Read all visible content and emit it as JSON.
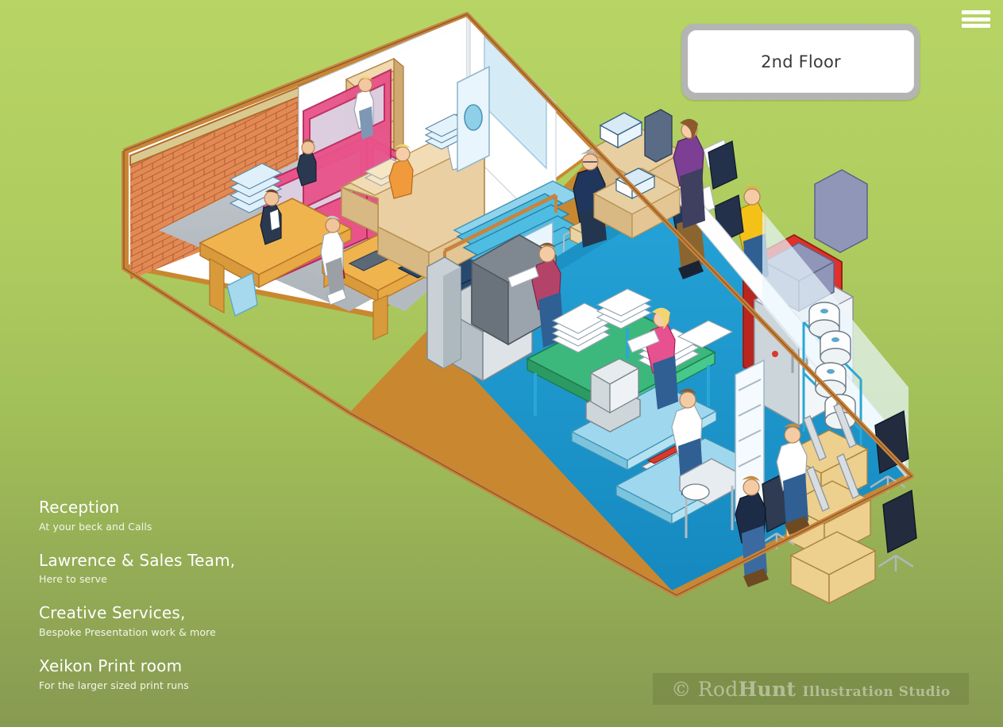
{
  "page": {
    "background_top": "#b7d465",
    "background_bottom": "#879a52"
  },
  "menu": {
    "icon": "hamburger-menu-icon",
    "bar_color": "#ffffff"
  },
  "floor_selector": {
    "label": "2nd Floor",
    "frame_color": "#b3b5b3",
    "panel_color": "#ffffff",
    "text_color": "#3a3a3a"
  },
  "legend": {
    "items": [
      {
        "title": "Reception",
        "subtitle": "At your beck and Calls"
      },
      {
        "title": "Lawrence & Sales Team,",
        "subtitle": "Here to serve"
      },
      {
        "title": "Creative Services,",
        "subtitle": "Bespoke Presentation work & more"
      },
      {
        "title": "Xeikon Print room",
        "subtitle": "For the larger sized print runs"
      }
    ]
  },
  "watermark": {
    "copyright": "©",
    "brand_light": "Rod",
    "brand_bold": "Hunt",
    "tagline": "Illustration Studio"
  },
  "illustration": {
    "name": "isometric-office-floorplan",
    "description": "Cutaway isometric illustration of a two-part office floor: reception and sales desks on the left, staircase and storage in the middle, Xeikon print room and finishing area on the right.",
    "palette": {
      "wall_trim": "#c8843f",
      "wall_face": "#ffffff",
      "wall_shadow": "#d4ecf7",
      "carpet_grey": "#b9bfc4",
      "floor_blue": "#1e9ad2",
      "brick": "#e08a55",
      "partition_pink": "#e24a7e",
      "stairs_blue": "#49b9e0",
      "desk_wood": "#e8b367",
      "desk_light": "#e9d3a6",
      "press_red": "#e02a22",
      "press_grey": "#8d93b5",
      "box_card": "#e8cf9b",
      "table_green": "#37b87c",
      "chair_navy": "#2a4a70"
    }
  }
}
